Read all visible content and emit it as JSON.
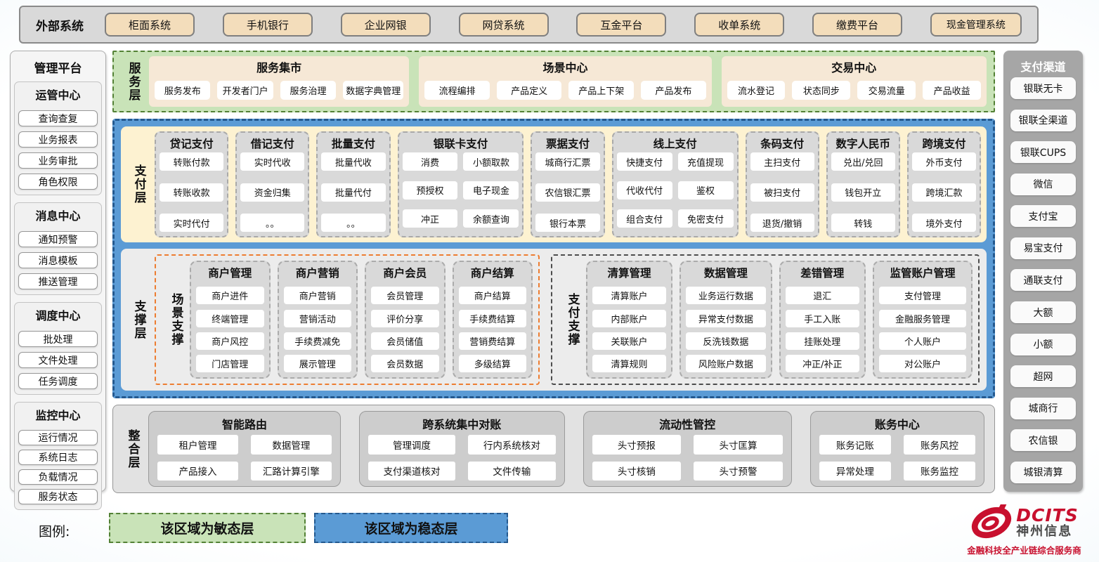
{
  "external": {
    "label": "外部系统",
    "systems": [
      "柜面系统",
      "手机银行",
      "企业网银",
      "网贷系统",
      "互金平台",
      "收单系统",
      "缴费平台",
      "现金管理系统"
    ]
  },
  "management": {
    "title": "管理平台",
    "sections": [
      {
        "title": "运管中心",
        "items": [
          "查询查复",
          "业务报表",
          "业务审批",
          "角色权限"
        ]
      },
      {
        "title": "消息中心",
        "items": [
          "通知预警",
          "消息模板",
          "推送管理"
        ]
      },
      {
        "title": "调度中心",
        "items": [
          "批处理",
          "文件处理",
          "任务调度"
        ]
      },
      {
        "title": "监控中心",
        "items": [
          "运行情况",
          "系统日志",
          "负载情况",
          "服务状态"
        ]
      }
    ]
  },
  "service_layer": {
    "label": "服务层",
    "panels": [
      {
        "title": "服务集市",
        "items": [
          "服务发布",
          "开发者门户",
          "服务治理",
          "数据字典管理"
        ]
      },
      {
        "title": "场景中心",
        "items": [
          "流程编排",
          "产品定义",
          "产品上下架",
          "产品发布"
        ]
      },
      {
        "title": "交易中心",
        "items": [
          "流水登记",
          "状态同步",
          "交易流量",
          "产品收益"
        ]
      }
    ]
  },
  "payment_layer": {
    "label": "支付层",
    "groups": [
      {
        "title": "贷记支付",
        "cols": 1,
        "items": [
          "转账付款",
          "转账收款",
          "实时代付"
        ]
      },
      {
        "title": "借记支付",
        "cols": 1,
        "items": [
          "实时代收",
          "资金归集",
          "。。"
        ]
      },
      {
        "title": "批量支付",
        "cols": 1,
        "items": [
          "批量代收",
          "批量代付",
          "。。"
        ]
      },
      {
        "title": "银联卡支付",
        "cols": 2,
        "items": [
          "消费",
          "小额取款",
          "预授权",
          "电子现金",
          "冲正",
          "余额查询"
        ]
      },
      {
        "title": "票据支付",
        "cols": 1,
        "items": [
          "城商行汇票",
          "农信银汇票",
          "银行本票"
        ]
      },
      {
        "title": "线上支付",
        "cols": 2,
        "items": [
          "快捷支付",
          "充值提现",
          "代收代付",
          "鉴权",
          "组合支付",
          "免密支付"
        ]
      },
      {
        "title": "条码支付",
        "cols": 1,
        "items": [
          "主扫支付",
          "被扫支付",
          "退货/撤销"
        ]
      },
      {
        "title": "数字人民币",
        "cols": 1,
        "items": [
          "兑出/兑回",
          "钱包开立",
          "转钱"
        ]
      },
      {
        "title": "跨境支付",
        "cols": 1,
        "items": [
          "外币支付",
          "跨境汇款",
          "境外支付"
        ]
      }
    ]
  },
  "support_layer": {
    "label": "支撑层",
    "groups": [
      {
        "label": "场景支撑",
        "style": "scene",
        "panels": [
          {
            "title": "商户管理",
            "items": [
              "商户进件",
              "终端管理",
              "商户风控",
              "门店管理"
            ]
          },
          {
            "title": "商户营销",
            "items": [
              "商户营销",
              "营销活动",
              "手续费减免",
              "展示管理"
            ]
          },
          {
            "title": "商户会员",
            "items": [
              "会员管理",
              "评价分享",
              "会员储值",
              "会员数据"
            ]
          },
          {
            "title": "商户结算",
            "items": [
              "商户结算",
              "手续费结算",
              "营销费结算",
              "多级结算"
            ]
          }
        ]
      },
      {
        "label": "支付支撑",
        "style": "payment",
        "panels": [
          {
            "title": "清算管理",
            "items": [
              "清算账户",
              "内部账户",
              "关联账户",
              "清算规则"
            ]
          },
          {
            "title": "数据管理",
            "items": [
              "业务运行数据",
              "异常支付数据",
              "反洗钱数据",
              "风险账户数据"
            ]
          },
          {
            "title": "差错管理",
            "items": [
              "退汇",
              "手工入账",
              "挂账处理",
              "冲正/补正"
            ]
          },
          {
            "title": "监管账户管理",
            "items": [
              "支付管理",
              "金融服务管理",
              "个人账户",
              "对公账户"
            ]
          }
        ]
      }
    ]
  },
  "integration_layer": {
    "label": "整合层",
    "panels": [
      {
        "title": "智能路由",
        "items": [
          "租户管理",
          "数据管理",
          "产品接入",
          "汇路计算引擎"
        ]
      },
      {
        "title": "跨系统集中对账",
        "items": [
          "管理调度",
          "行内系统核对",
          "支付渠道核对",
          "文件传输"
        ]
      },
      {
        "title": "流动性管控",
        "items": [
          "头寸预报",
          "头寸匡算",
          "头寸核销",
          "头寸预警"
        ]
      },
      {
        "title": "账务中心",
        "items": [
          "账务记账",
          "账务风控",
          "异常处理",
          "账务监控"
        ]
      }
    ]
  },
  "channels": {
    "title": "支付渠道",
    "items": [
      "银联无卡",
      "银联全渠道",
      "银联CUPS",
      "微信",
      "支付宝",
      "易宝支付",
      "通联支付",
      "大额",
      "小额",
      "超网",
      "城商行",
      "农信银",
      "城银清算"
    ]
  },
  "legend": {
    "label": "图例:",
    "items": [
      {
        "text": "该区域为敏态层",
        "type": "agile"
      },
      {
        "text": "该区域为稳态层",
        "type": "stable"
      }
    ]
  },
  "logo": {
    "brand": "DCITS",
    "name": "神州信息",
    "tagline": "金融科技全产业链综合服务商"
  },
  "colors": {
    "agile_green": "#c9e3b8",
    "agile_green_border": "#538135",
    "stable_blue": "#5b9bd5",
    "stable_blue_border": "#24598f",
    "payment_cream": "#fdf2d1",
    "service_tan": "#f6e8d6",
    "external_wheat": "#f3ddbb",
    "scene_orange": "#ed7d31",
    "brand_red": "#c8102e"
  }
}
